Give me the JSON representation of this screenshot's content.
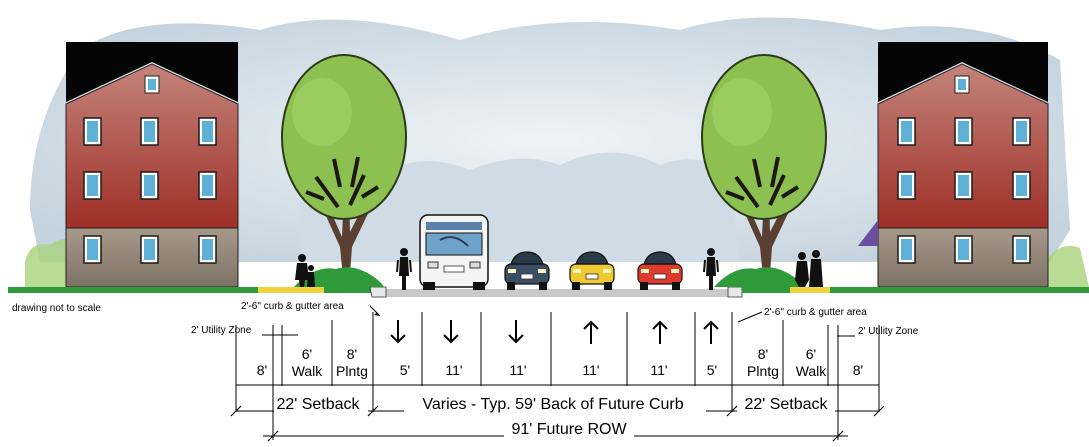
{
  "note": "drawing not to scale",
  "annotations": {
    "curb_left": "2'-6\" curb & gutter area",
    "curb_right": "2'-6\" curb & gutter area",
    "utility_left": "2' Utility Zone",
    "utility_right": "2' Utility Zone"
  },
  "left_side": {
    "setback_8": "8'",
    "walk_width": "6'",
    "walk_label": "Walk",
    "plntg_width": "8'",
    "plntg_label": "Plntg"
  },
  "lanes": [
    {
      "width": "5'",
      "direction": "down"
    },
    {
      "width": "11'",
      "direction": "down"
    },
    {
      "width": "11'",
      "direction": "down"
    },
    {
      "width": "11'",
      "direction": "up"
    },
    {
      "width": "11'",
      "direction": "up"
    },
    {
      "width": "5'",
      "direction": "up"
    }
  ],
  "right_side": {
    "plntg_width": "8'",
    "plntg_label": "Plntg",
    "walk_width": "6'",
    "walk_label": "Walk",
    "setback_8": "8'"
  },
  "totals": {
    "setback_left": "22' Setback",
    "curb_to_curb": "Varies - Typ. 59' Back of Future Curb",
    "setback_right": "22' Setback",
    "row": "91' Future ROW"
  },
  "colors": {
    "grass": "#2e9a3a",
    "walk": "#f2d23c",
    "road": "#c9c9c9",
    "foliage": "#8cc152",
    "brick": "#b3463e",
    "roof": "#050505",
    "sky": "#dde6ee"
  }
}
